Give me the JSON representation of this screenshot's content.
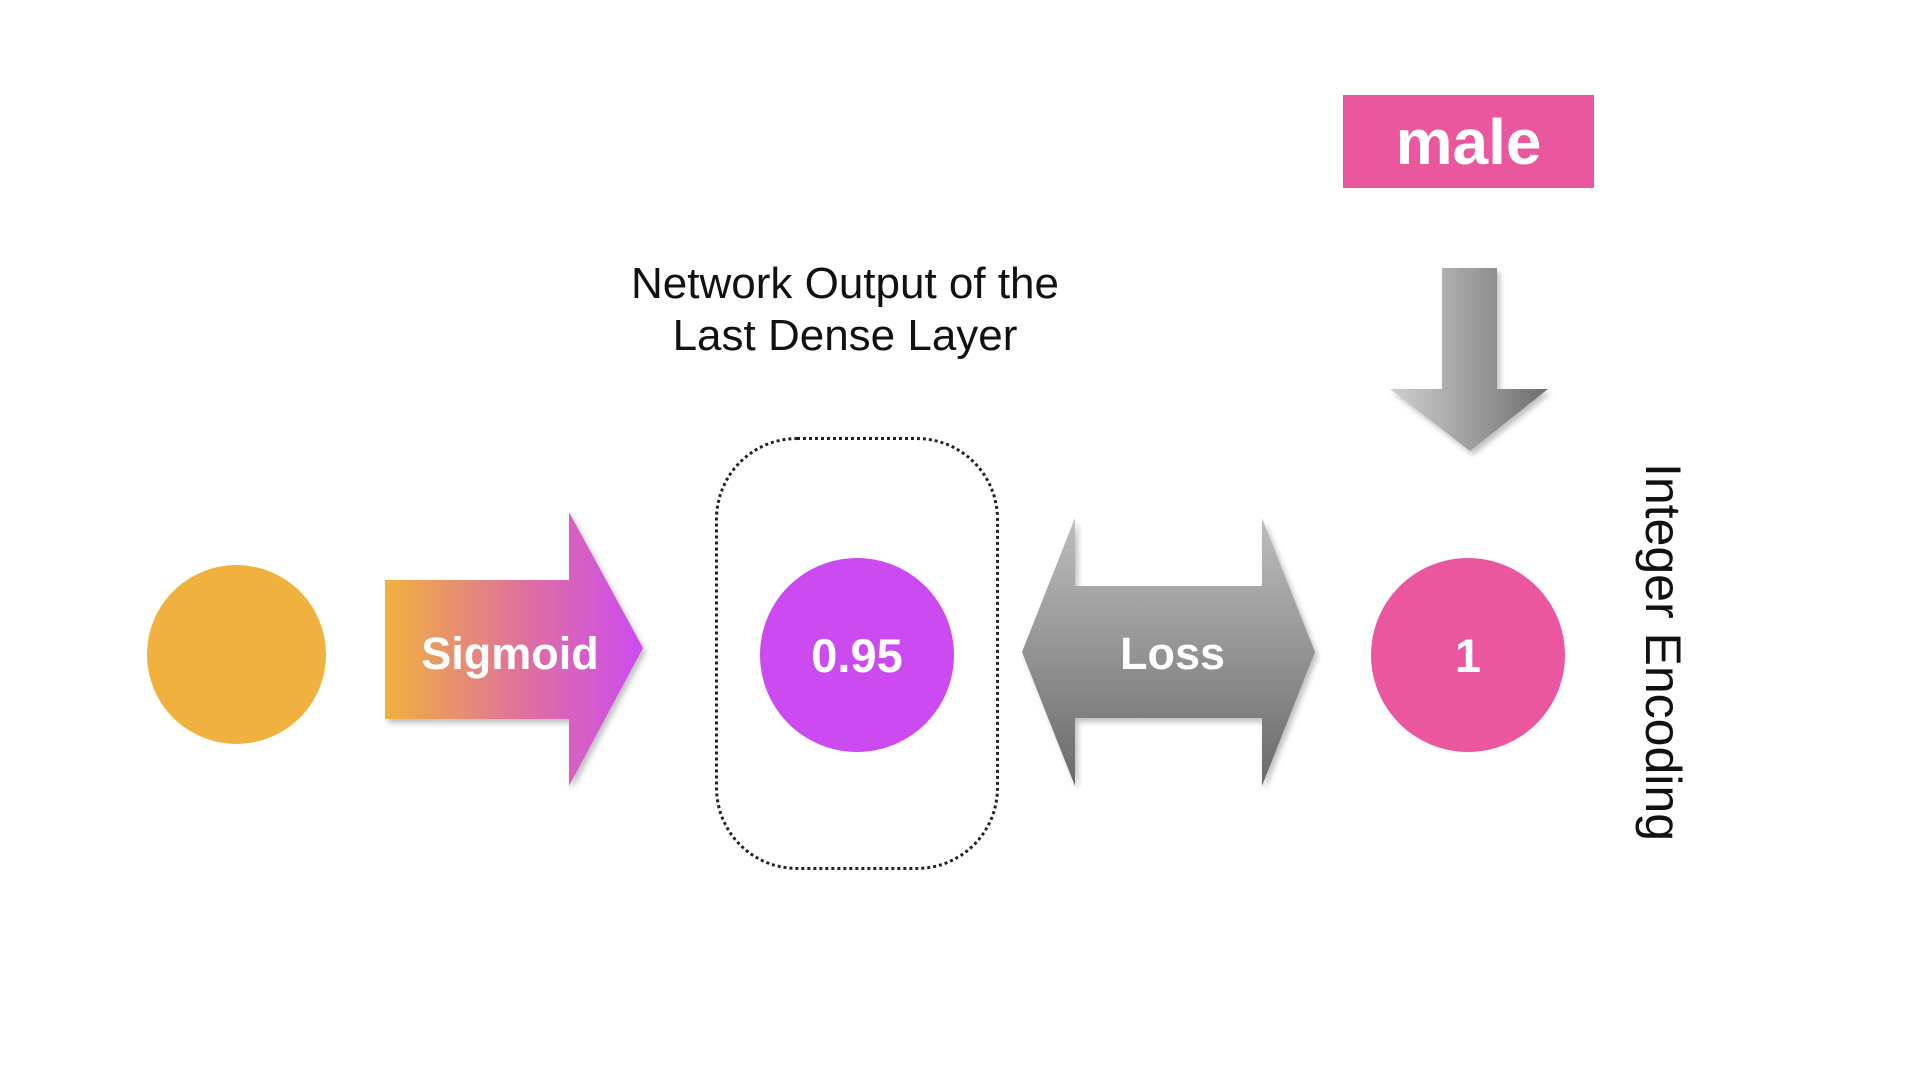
{
  "diagram": {
    "input_node": {
      "label": "",
      "color": "#F0B13E"
    },
    "sigmoid_arrow": {
      "label": "Sigmoid",
      "gradient": [
        "#F0B13E",
        "#CC4BF0"
      ]
    },
    "output_node": {
      "label": "0.95",
      "color": "#CC4BF0"
    },
    "network_caption": {
      "line1": "Network Output of the",
      "line2": "Last Dense Layer"
    },
    "loss_arrow": {
      "label": "Loss",
      "gradient": [
        "#B4B4B4",
        "#6E6E6E"
      ]
    },
    "target_node": {
      "label": "1",
      "color": "#EB579F"
    },
    "class_box": {
      "label": "male",
      "color": "#EB579F"
    },
    "encoding_label": "Integer Encoding"
  }
}
